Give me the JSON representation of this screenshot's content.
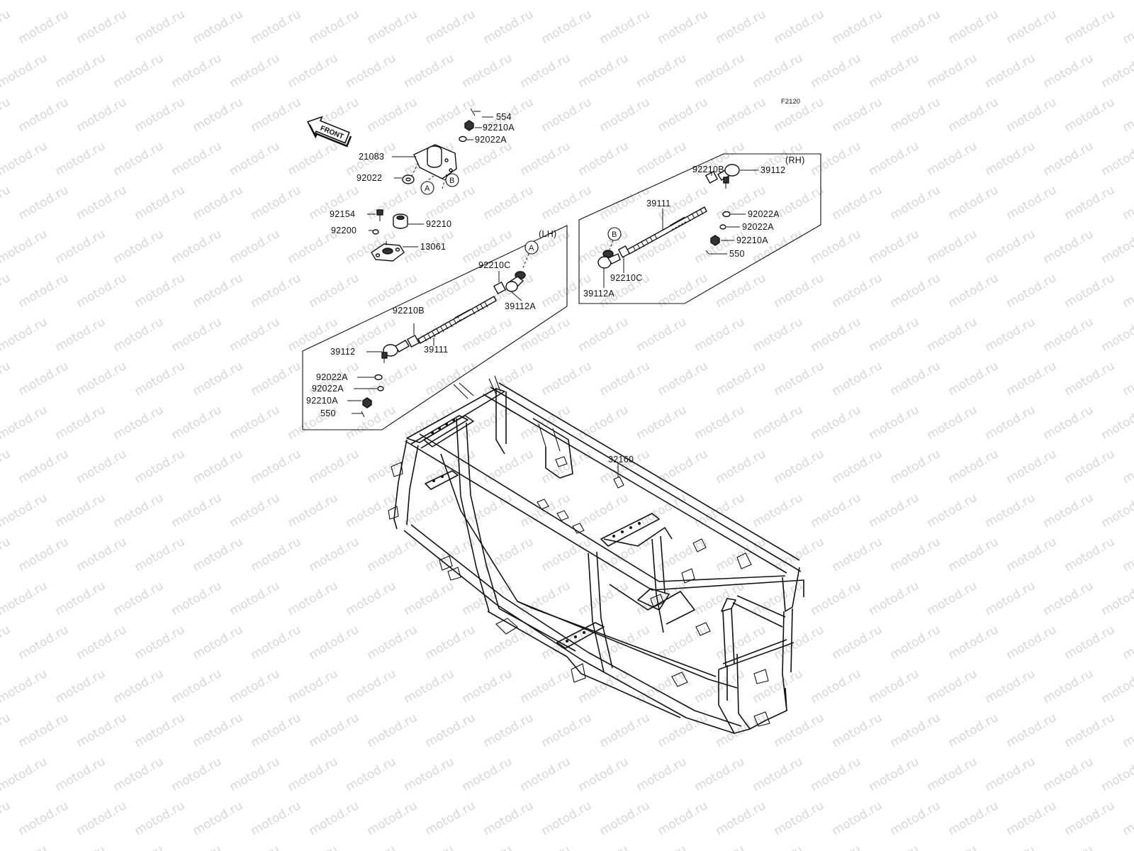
{
  "watermark": "motod.ru",
  "figure_code": "F2120",
  "front_label": "FRONT",
  "groups": {
    "lh": "(LH)",
    "rh": "(RH)"
  },
  "refs": {
    "a": "A",
    "b": "B"
  },
  "parts": {
    "p554": "554",
    "p92210A_top": "92210A",
    "p92022A_top": "92022A",
    "p21083": "21083",
    "p92022": "92022",
    "p92154": "92154",
    "p92210": "92210",
    "p92200": "92200",
    "p13061": "13061",
    "lh_92210C": "92210C",
    "lh_39112A": "39112A",
    "lh_92210B": "92210B",
    "lh_39111": "39111",
    "lh_39112": "39112",
    "lh_92022A_1": "92022A",
    "lh_92022A_2": "92022A",
    "lh_92210A": "92210A",
    "lh_550": "550",
    "rh_92210B": "92210B",
    "rh_39112": "39112",
    "rh_39111": "39111",
    "rh_92022A_1": "92022A",
    "rh_92022A_2": "92022A",
    "rh_92210A": "92210A",
    "rh_550": "550",
    "rh_92210C": "92210C",
    "rh_39112A": "39112A",
    "p32160": "32160"
  }
}
